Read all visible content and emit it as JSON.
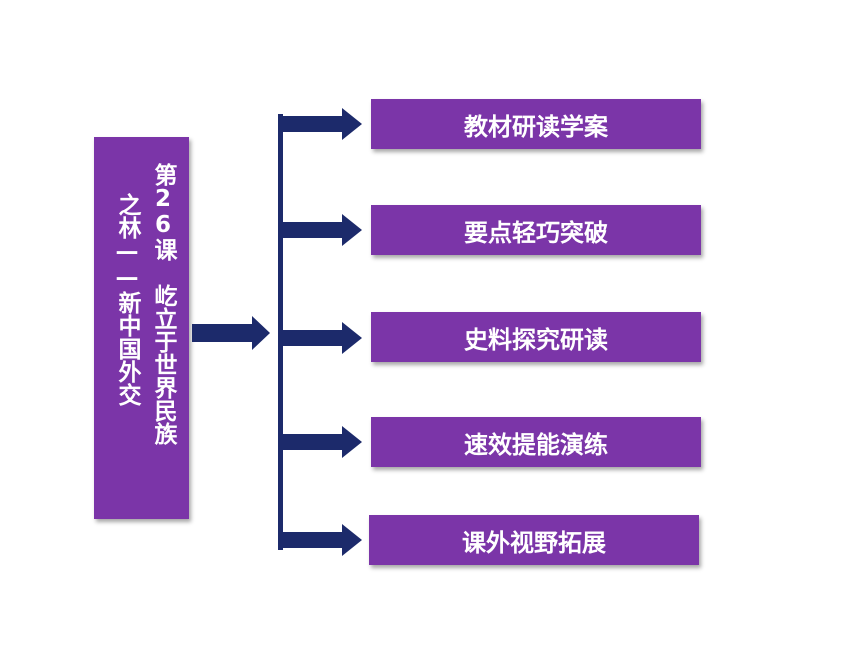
{
  "lesson_title": {
    "line1": "第26课　屹立于世界民族",
    "line2": "之林——新中国外交"
  },
  "menu": [
    {
      "label": "教材研读学案"
    },
    {
      "label": "要点轻巧突破"
    },
    {
      "label": "史料探究研读"
    },
    {
      "label": "速效提能演练"
    },
    {
      "label": "课外视野拓展"
    }
  ],
  "colors": {
    "box_fill": "#7b35a8",
    "arrow_fill": "#1c2a6b",
    "text": "#ffffff"
  }
}
